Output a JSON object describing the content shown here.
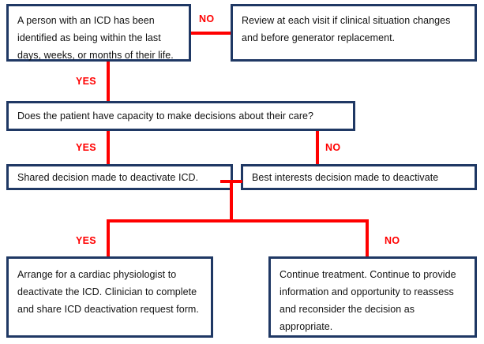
{
  "diagram": {
    "title": "ICD deactivation decision flowchart",
    "colors": {
      "box_border": "#1F3864",
      "connector": "#FF0000",
      "text": "#111111",
      "background": "#FFFFFF"
    },
    "nodes": [
      {
        "id": "identified",
        "text": "A person with an ICD has been identified as being within the last days, weeks, or months of their life."
      },
      {
        "id": "review",
        "text": "Review at each visit if clinical situation changes and before generator replacement."
      },
      {
        "id": "capacity",
        "text": "Does the patient have capacity to make decisions about their care?"
      },
      {
        "id": "shared-decision",
        "text": "Shared decision made to deactivate ICD."
      },
      {
        "id": "best-interests",
        "text": "Best interests decision made to deactivate"
      },
      {
        "id": "arrange",
        "text": "Arrange for a cardiac physiologist to deactivate the ICD. Clinician to complete and share ICD deactivation request form."
      },
      {
        "id": "continue",
        "text": "Continue treatment. Continue to provide information and opportunity to reassess and reconsider the decision as appropriate."
      }
    ],
    "edge_labels": {
      "identified_no": "NO",
      "identified_yes": "YES",
      "capacity_yes": "YES",
      "capacity_no": "NO",
      "decision_yes": "YES",
      "decision_no": "NO"
    }
  }
}
